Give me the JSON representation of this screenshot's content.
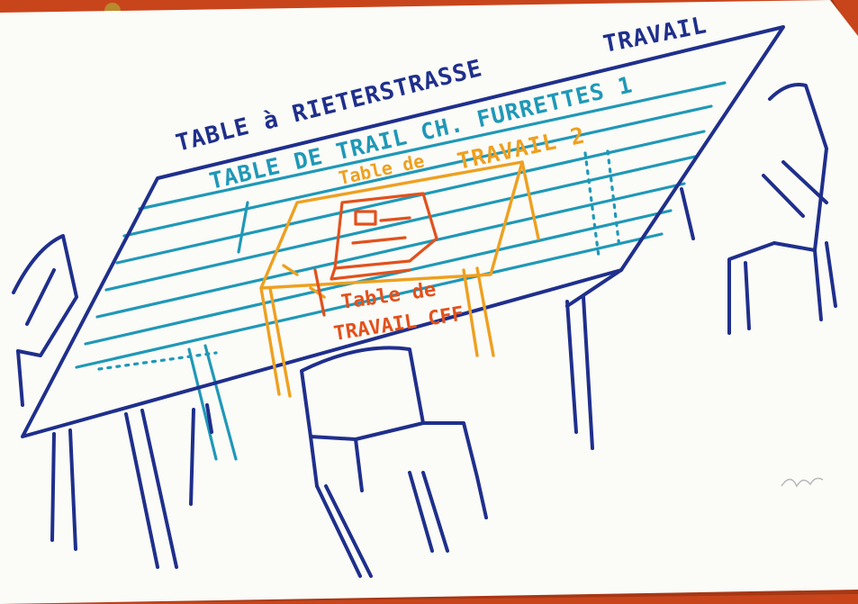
{
  "sketch": {
    "labels": {
      "title_line1": "TABLE à RIETERSTRASSE",
      "title_line1_suffix": "TRAVAIL",
      "teal_label": "TABLE DE TRAIL CH. FURRETTES 1",
      "orange_label_top": "Table de",
      "orange_label_top_suffix": "TRAVAIL 2",
      "red_label_line1": "Table de",
      "red_label_line2": "TRAVAIL CFF"
    },
    "colors": {
      "background": "#c8451c",
      "paper": "#fbfbf7",
      "blue_ink": "#1f2f8c",
      "teal_ink": "#1f98b8",
      "orange_ink": "#eea01f",
      "red_ink": "#e2511c"
    }
  }
}
